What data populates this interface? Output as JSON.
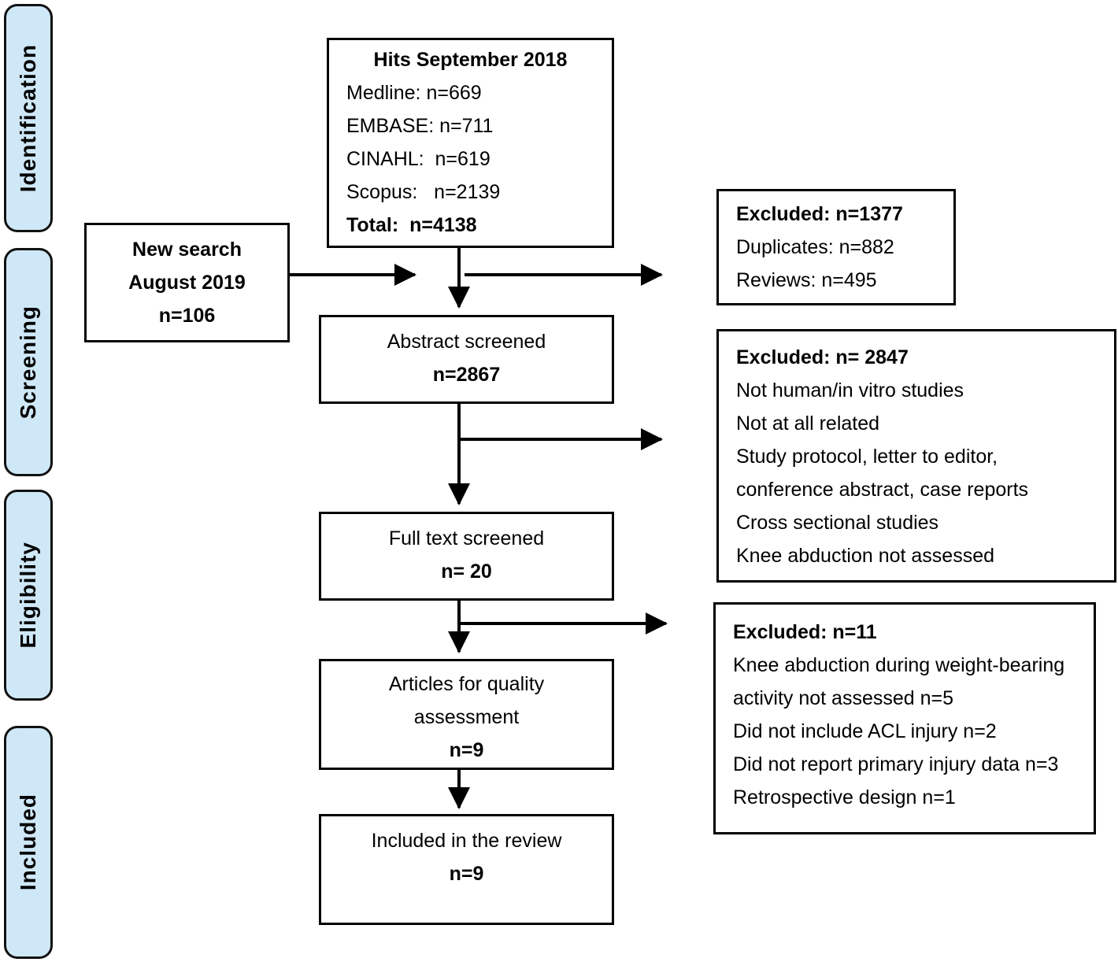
{
  "stages": {
    "identification": "Identification",
    "screening": "Screening",
    "eligibility": "Eligibility",
    "included": "Included"
  },
  "boxes": {
    "hits": {
      "title": "Hits September 2018",
      "lines": {
        "0": "Medline: n=669",
        "1": "EMBASE: n=711",
        "2": "CINAHL:  n=619",
        "3": "Scopus:   n=2139"
      },
      "total": "Total:  n=4138"
    },
    "new_search": {
      "line1": "New search",
      "line2": "August 2019",
      "line3": "n=106"
    },
    "abstract": {
      "line": "Abstract screened",
      "n": "n=2867"
    },
    "full_text": {
      "line": "Full text screened",
      "n": "n= 20"
    },
    "quality": {
      "line1": "Articles for quality",
      "line2": "assessment",
      "n": "n=9"
    },
    "included_review": {
      "line": "Included in the review",
      "n": "n=9"
    },
    "excluded1": {
      "header": "Excluded: n=1377",
      "lines": {
        "0": "Duplicates: n=882",
        "1": "Reviews: n=495"
      }
    },
    "excluded2": {
      "header": "Excluded: n= 2847",
      "lines": {
        "0": "Not human/in vitro studies",
        "1": "Not at all related",
        "2": "Study protocol, letter to editor,",
        "3": "conference abstract, case reports",
        "4": "Cross sectional studies",
        "5": "Knee abduction not assessed"
      }
    },
    "excluded3": {
      "header": "Excluded: n=11",
      "lines": {
        "0": "Knee abduction during weight-bearing",
        "1": "activity not assessed n=5",
        "2": "Did not include ACL injury n=2",
        "3": "Did not report primary injury data n=3",
        "4": "Retrospective design n=1"
      }
    }
  },
  "colors": {
    "stage_fill": "#cfe8f7",
    "line": "#000000",
    "background": "#ffffff"
  }
}
